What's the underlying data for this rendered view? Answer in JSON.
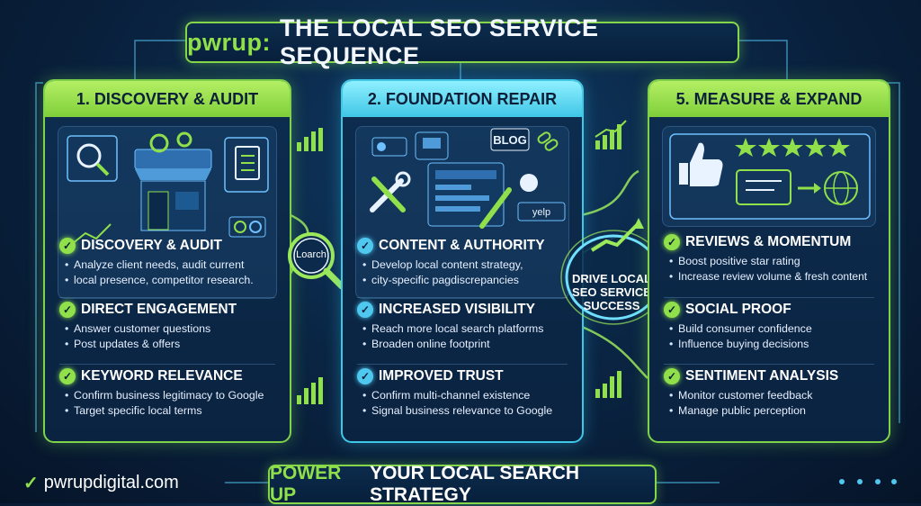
{
  "title": {
    "brand": "pwrup:",
    "rest": "THE LOCAL SEO SERVICE SEQUENCE"
  },
  "panels": [
    {
      "heading": "1. DISCOVERY & AUDIT",
      "sections": [
        {
          "heading": "DISCOVERY & AUDIT",
          "bullets": [
            "Analyze client needs, audit current",
            "local presence, competitor research."
          ]
        },
        {
          "heading": "DIRECT ENGAGEMENT",
          "bullets": [
            "Answer customer questions",
            "Post updates & offers"
          ]
        },
        {
          "heading": "KEYWORD RELEVANCE",
          "bullets": [
            "Confirm business legitimacy to Google",
            "Target specific local terms"
          ]
        }
      ]
    },
    {
      "heading": "2. FOUNDATION REPAIR",
      "illustration_labels": {
        "blog": "BLOG",
        "yelp": "yelp"
      },
      "sections": [
        {
          "heading": "CONTENT & AUTHORITY",
          "bullets": [
            "Develop local content strategy,",
            "city-specific pagdiscrepancies"
          ]
        },
        {
          "heading": "INCREASED VISIBILITY",
          "bullets": [
            "Reach more local search platforms",
            "Broaden online footprint"
          ]
        },
        {
          "heading": "IMPROVED TRUST",
          "bullets": [
            "Confirm multi-channel existence",
            "Signal business relevance to Google"
          ]
        }
      ]
    },
    {
      "heading": "5. MEASURE & EXPAND",
      "sections": [
        {
          "heading": "REVIEWS & MOMENTUM",
          "bullets": [
            "Boost positive star rating",
            "Increase review volume & fresh content"
          ]
        },
        {
          "heading": "SOCIAL PROOF",
          "bullets": [
            "Build consumer confidence",
            "Influence buying decisions"
          ]
        },
        {
          "heading": "SENTIMENT ANALYSIS",
          "bullets": [
            "Monitor customer feedback",
            "Manage public perception"
          ]
        }
      ]
    }
  ],
  "lens_text": "Loarch",
  "center_badge": "DRIVE LOCAL SEO SERVICE SUCCESS",
  "footer": {
    "website": "pwrupdigital.com",
    "banner_highlight": "POWER UP",
    "banner_rest": "YOUR LOCAL SEARCH STRATEGY"
  },
  "colors": {
    "accent_green": "#8fe04a",
    "accent_cyan": "#3fc7e8",
    "background": "#0a2544"
  },
  "icons": [
    "check-icon",
    "magnifier-icon",
    "storefront-icon",
    "gear-icon",
    "clipboard-icon",
    "wrench-icon",
    "screwdriver-icon",
    "thumbs-up-icon",
    "star-icon",
    "globe-icon",
    "chat-bubble-icon",
    "bar-chart-icon",
    "link-icon"
  ]
}
